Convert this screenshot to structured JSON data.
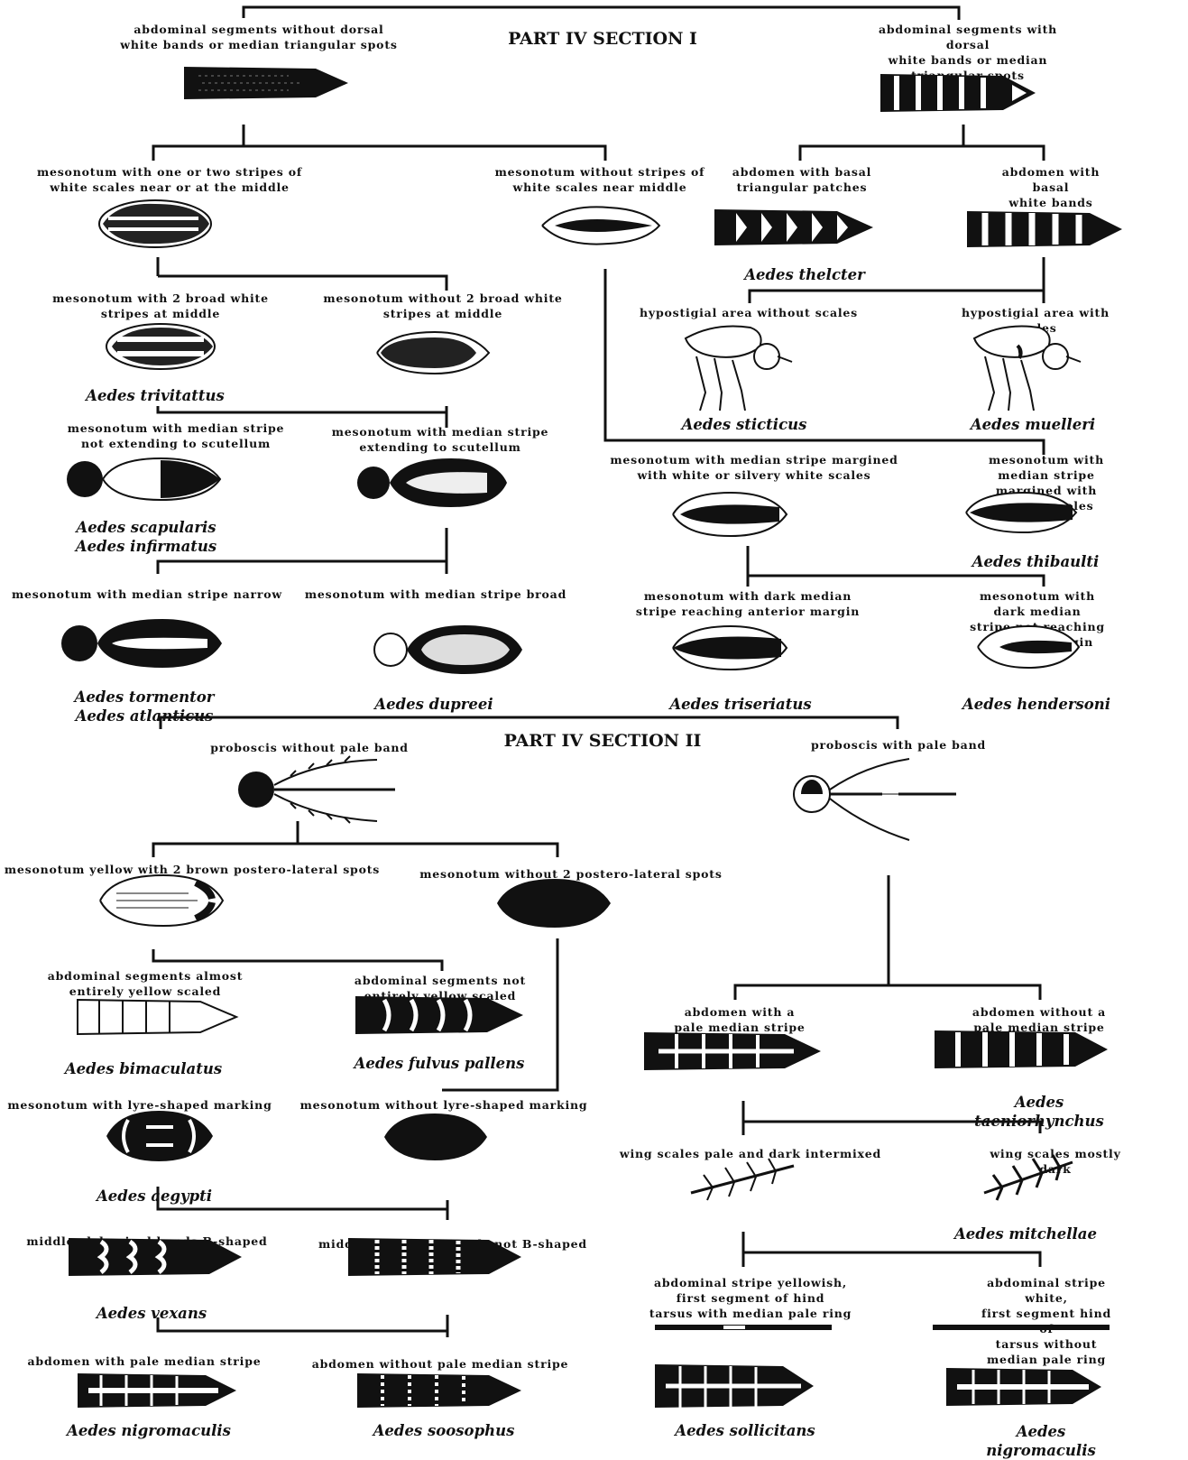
{
  "headings": {
    "section1": "PART IV SECTION I",
    "section2": "PART IV SECTION II"
  },
  "section1": {
    "couplets": {
      "c1a": "abdominal segments without dorsal\nwhite bands or median triangular spots",
      "c1b": "abdominal segments with dorsal\nwhite bands or median triangular spots",
      "c2a": "mesonotum with one or two stripes of\nwhite scales near or at the middle",
      "c2b": "mesonotum without stripes of\nwhite scales near middle",
      "c3a": "abdomen with basal\ntriangular patches",
      "c3b": "abdomen with basal\nwhite bands",
      "c4a": "mesonotum with 2 broad white\nstripes at middle",
      "c4b": "mesonotum without 2 broad white\nstripes at middle",
      "c5a": "hypostigial area without scales",
      "c5b": "hypostigial area with scales",
      "c6a": "mesonotum with median stripe\nnot extending to scutellum",
      "c6b": "mesonotum with median stripe\nextending to scutellum",
      "c7a": "mesonotum with median stripe margined\nwith white or silvery white scales",
      "c7b": "mesonotum with median stripe\nmargined with golden scales",
      "c8a": "mesonotum with median stripe narrow",
      "c8b": "mesonotum with median stripe broad",
      "c9a": "mesonotum with dark median\nstripe reaching anterior margin",
      "c9b": "mesonotum with dark median\nstripe not reaching anterior margin"
    },
    "species": {
      "thelcter": "Aedes thelcter",
      "trivitattus": "Aedes trivitattus",
      "sticticus": "Aedes sticticus",
      "muelleri": "Aedes muelleri",
      "scapularis": "Aedes scapularis\nAedes infirmatus",
      "thibaulti": "Aedes thibaulti",
      "tormentor": "Aedes tormentor\nAedes atlanticus",
      "dupreei": "Aedes dupreei",
      "triseriatus": "Aedes triseriatus",
      "hendersoni": "Aedes hendersoni"
    }
  },
  "section2": {
    "couplets": {
      "d1a": "proboscis without pale band",
      "d1b": "proboscis with pale band",
      "d2a": "mesonotum yellow with 2 brown postero-lateral spots",
      "d2b": "mesonotum without 2 postero-lateral spots",
      "d3a": "abdominal segments almost\nentirely yellow scaled",
      "d3b": "abdominal segments not\nentirely yellow scaled",
      "d4a": "abdomen with a\npale median stripe",
      "d4b": "abdomen without a\npale median stripe",
      "d5a": "mesonotum with lyre-shaped marking",
      "d5b": "mesonotum without lyre-shaped marking",
      "d6a": "wing scales pale and dark intermixed",
      "d6b": "wing scales mostly dark",
      "d7a": "middle abdominal bands B-shaped",
      "d7b": "middle abdominal bands not B-shaped",
      "d8a": "abdominal stripe yellowish,\nfirst segment of hind\ntarsus with median pale ring",
      "d8b": "abdominal stripe white,\nfirst segment hind of\ntarsus without median pale ring",
      "d9a": "abdomen with pale median stripe",
      "d9b": "abdomen without pale median stripe"
    },
    "species": {
      "bimaculatus": "Aedes bimaculatus",
      "fulvus": "Aedes fulvus pallens",
      "taeniorhynchus": "Aedes taeniorhynchus",
      "aegypti": "Aedes aegypti",
      "mitchellae": "Aedes mitchellae",
      "vexans": "Aedes vexans",
      "nigromaculis1": "Aedes nigromaculis",
      "zoosophus": "Aedes soosophus",
      "sollicitans": "Aedes sollicitans",
      "nigromaculis2": "Aedes nigromaculis"
    }
  },
  "colors": {
    "ink": "#111111",
    "paper": "#ffffff"
  }
}
